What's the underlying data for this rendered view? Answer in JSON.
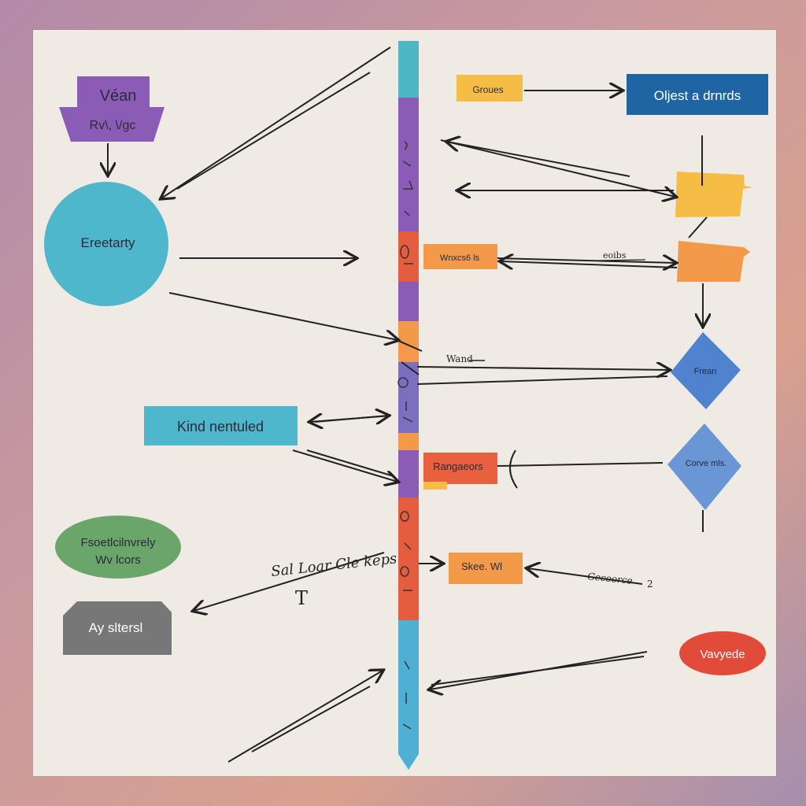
{
  "nodes": {
    "vean_top": "Véan",
    "vean_bottom": "Rv\\, \\/gc",
    "circle": "Ereetarty",
    "kind_box": "Kind nentuled",
    "green_ellipse_l1": "Fsoetlcilnvrely",
    "green_ellipse_l2": "Wv lcors",
    "gray_box": "Ay sltersl",
    "yellow_top": "Groues",
    "blue_box": "Oljest a drnrds",
    "orange_mid": "Wnxcs6 ls",
    "diamond_top": "Frean",
    "diamond_bottom": "Corve mls.",
    "ranguses": "Rangaeors",
    "skee": "Skee. Wl",
    "red_ellipse": "Vavyede"
  },
  "labels": {
    "wand": "Wand",
    "eoibs": "eoibs",
    "sal_loar": "Sal Loar Cle keps",
    "gcconce": "Gecoorce",
    "num_two": "2",
    "t_mark": "T"
  },
  "colors": {
    "purple": "#8b5cb5",
    "teal": "#4fb7cc",
    "green": "#6aa56a",
    "gray": "#777777",
    "yellow": "#f5bd45",
    "orange": "#f39a4a",
    "blue_dark": "#1f65a4",
    "blue_diamond": "#4f82cf",
    "red": "#e24a3a",
    "spine_red": "#e35d3e"
  }
}
